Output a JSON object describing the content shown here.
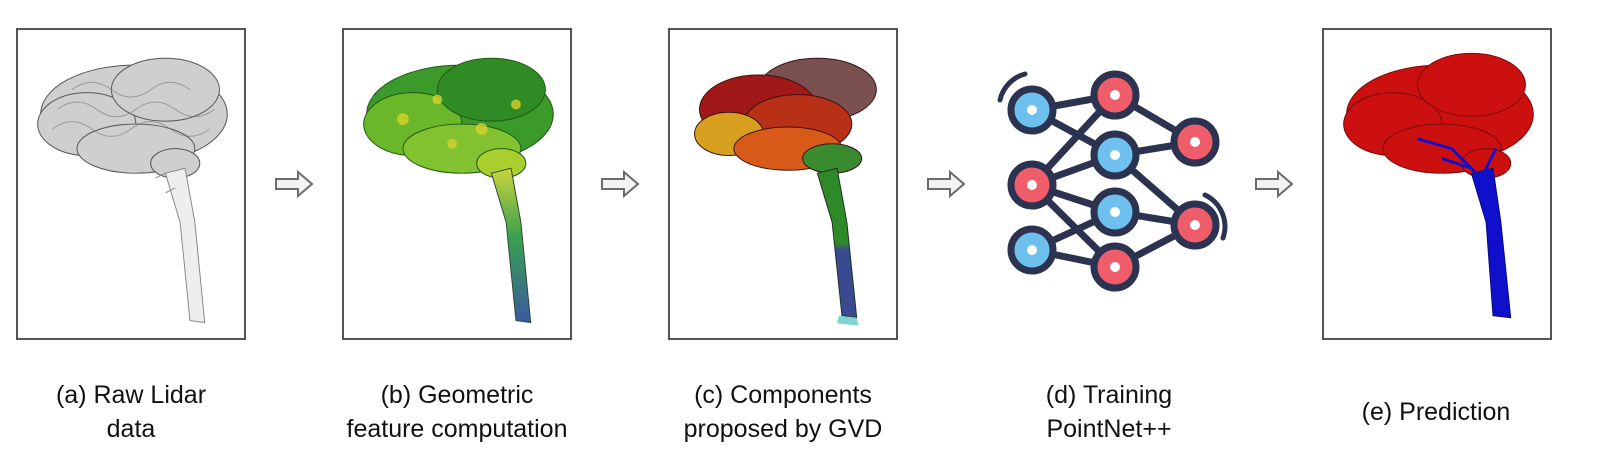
{
  "steps": [
    {
      "id": "a",
      "caption": "(a) Raw Lidar\ndata",
      "visual": "grayscale-tree-point-cloud"
    },
    {
      "id": "b",
      "caption": "(b) Geometric\nfeature computation",
      "visual": "green-yellow-feature-tree"
    },
    {
      "id": "c",
      "caption": "(c) Components\nproposed by GVD",
      "visual": "red-orange-green-component-tree"
    },
    {
      "id": "d",
      "caption": "(d) Training\nPointNet++",
      "visual": "neural-network-icon"
    },
    {
      "id": "e",
      "caption": "(e) Prediction",
      "visual": "red-blue-segmented-tree"
    }
  ],
  "colors": {
    "frame": "#555555",
    "arrow": "#6b6b6b",
    "nn_edge": "#2b3350",
    "nn_blue": "#6ec1ee",
    "nn_red": "#ef5d6a",
    "leaf_pred": "#cc1010",
    "wood_pred": "#1010cc"
  }
}
